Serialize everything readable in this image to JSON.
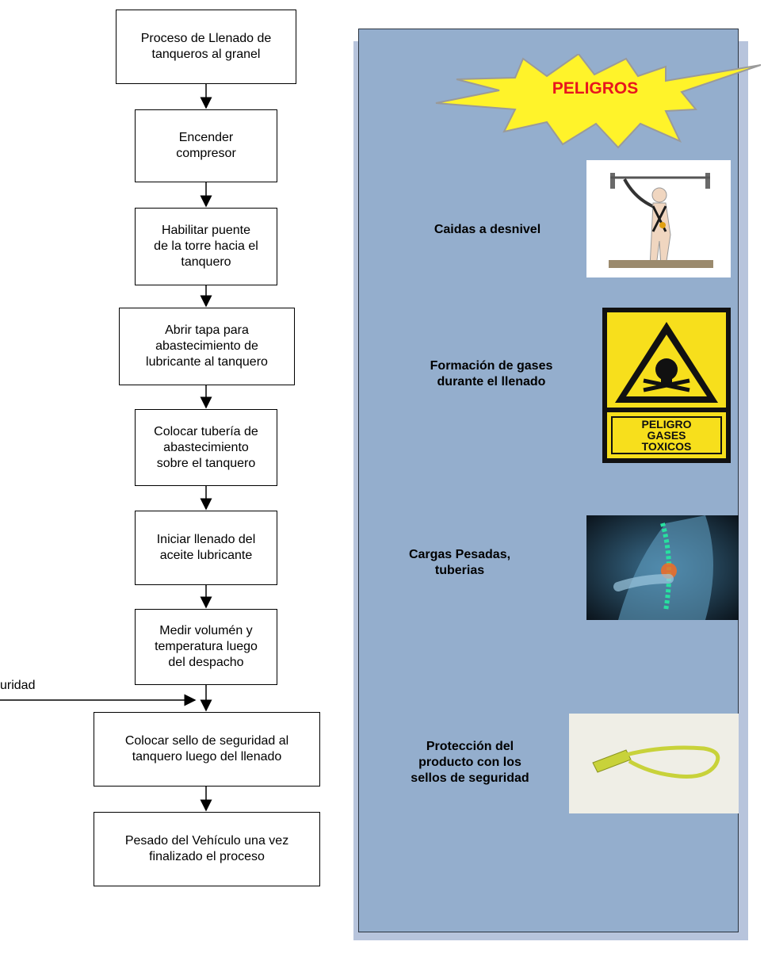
{
  "flow": {
    "steps": [
      "Proceso de Llenado de\ntanqueros al granel",
      "Encender\ncompresor",
      "Habilitar puente\nde la torre hacia el\ntanquero",
      "Abrir tapa para\nabastecimiento de\nlubricante al tanquero",
      "Colocar tubería de\nabastecimiento\nsobre el tanquero",
      "Iniciar llenado del\naceite lubricante",
      "Medir volumén y\ntemperatura luego\ndel despacho",
      "Colocar sello de seguridad al\ntanquero luego del llenado",
      "Pesado del Vehículo una vez\nfinalizado el proceso"
    ],
    "side_input": "uridad"
  },
  "panel": {
    "title": "PELIGROS",
    "hazards": [
      "Caidas a desnivel",
      "Formación de gases\ndurante el llenado",
      "Cargas Pesadas,\ntuberias",
      "Protección del\nproducto con los\nsellos de seguridad"
    ],
    "sign_text": [
      "PELIGRO",
      "GASES",
      "TOXICOS"
    ]
  },
  "colors": {
    "panel": "#94aecd",
    "burst": "#fff32a",
    "title": "#e8161d",
    "sign_yellow": "#f7df1c"
  },
  "icons": [
    "harness-fall-icon",
    "toxic-gas-sign-icon",
    "back-pain-icon",
    "security-seal-icon"
  ]
}
